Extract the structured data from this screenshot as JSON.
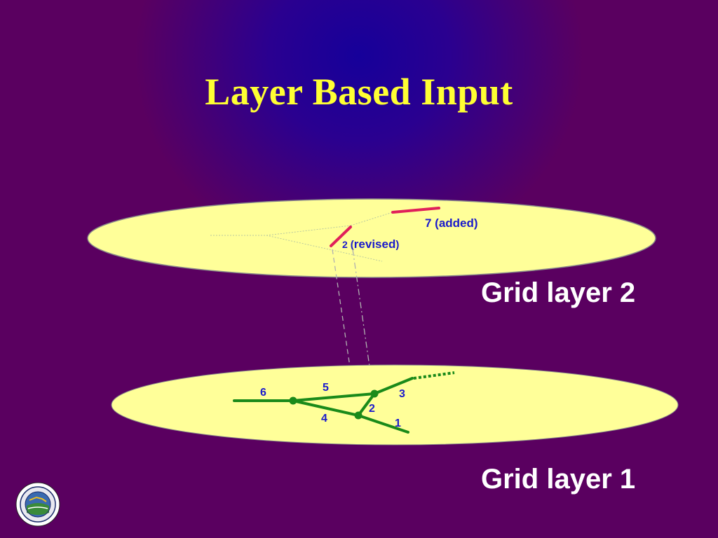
{
  "slide": {
    "title": "Layer Based Input",
    "grid_layer_2_label": "Grid layer 2",
    "grid_layer_1_label": "Grid layer 1"
  },
  "layer2": {
    "added_label": "7 (added)",
    "revised_num": "2",
    "revised_paren_open": "(",
    "revised_word": "revised",
    "revised_paren_close": ")"
  },
  "layer1": {
    "channel_labels": {
      "c1": "1",
      "c2": "2",
      "c3": "3",
      "c4": "4",
      "c5": "5",
      "c6": "6"
    }
  },
  "colors": {
    "background": "#5a0060",
    "title": "#ffff33",
    "ellipse_fill": "#ffff99",
    "channel_green": "#1a8a1a",
    "added_red": "#e0205a",
    "label_blue": "#1a1acc",
    "layer_label": "#ffffff"
  },
  "icons": {
    "seal": "department-seal-icon"
  }
}
